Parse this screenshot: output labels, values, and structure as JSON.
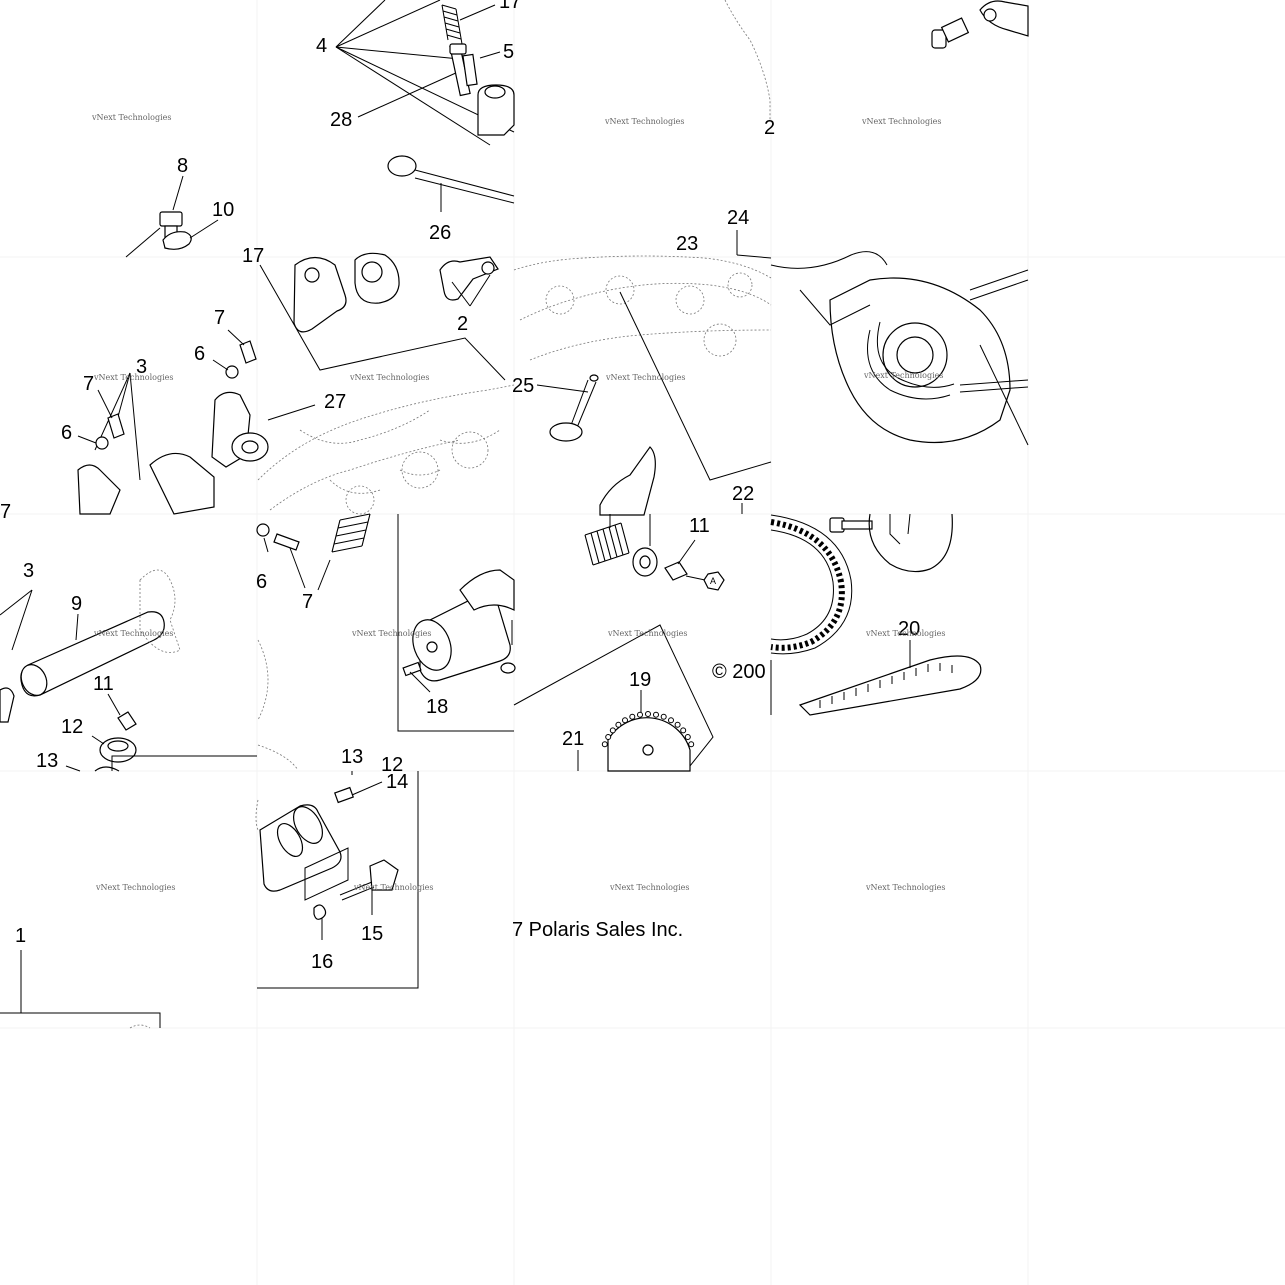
{
  "diagram": {
    "callouts": [
      {
        "id": "c4",
        "text": "4"
      },
      {
        "id": "c17a",
        "text": "17"
      },
      {
        "id": "c5",
        "text": "5"
      },
      {
        "id": "c28",
        "text": "28"
      },
      {
        "id": "c8",
        "text": "8"
      },
      {
        "id": "c10",
        "text": "10"
      },
      {
        "id": "c26",
        "text": "26"
      },
      {
        "id": "c17b",
        "text": "17"
      },
      {
        "id": "c2a",
        "text": "2"
      },
      {
        "id": "c24",
        "text": "24"
      },
      {
        "id": "c23",
        "text": "23"
      },
      {
        "id": "c2b",
        "text": "2"
      },
      {
        "id": "c7a",
        "text": "7"
      },
      {
        "id": "c6a",
        "text": "6"
      },
      {
        "id": "c3a",
        "text": "3"
      },
      {
        "id": "c7b",
        "text": "7"
      },
      {
        "id": "c6b",
        "text": "6"
      },
      {
        "id": "c27",
        "text": "27"
      },
      {
        "id": "c25",
        "text": "25"
      },
      {
        "id": "c22",
        "text": "22"
      },
      {
        "id": "c3b",
        "text": "3"
      },
      {
        "id": "c9",
        "text": "9"
      },
      {
        "id": "c6c",
        "text": "6"
      },
      {
        "id": "c7c",
        "text": "7"
      },
      {
        "id": "c11a",
        "text": "11"
      },
      {
        "id": "c11b",
        "text": "11"
      },
      {
        "id": "c12a",
        "text": "12"
      },
      {
        "id": "c13a",
        "text": "13"
      },
      {
        "id": "c18",
        "text": "18"
      },
      {
        "id": "c19",
        "text": "19"
      },
      {
        "id": "c20",
        "text": "20"
      },
      {
        "id": "c21",
        "text": "21"
      },
      {
        "id": "c13b",
        "text": "13"
      },
      {
        "id": "c12b",
        "text": "12"
      },
      {
        "id": "c14",
        "text": "14"
      },
      {
        "id": "c15",
        "text": "15"
      },
      {
        "id": "c16",
        "text": "16"
      },
      {
        "id": "c1",
        "text": "1"
      },
      {
        "id": "c7d",
        "text": "7"
      }
    ],
    "copyright_fragment": "© 200",
    "footer_fragment": "7 Polaris Sales Inc.",
    "watermark": "vNext Technologies",
    "ref_letter": "A"
  }
}
